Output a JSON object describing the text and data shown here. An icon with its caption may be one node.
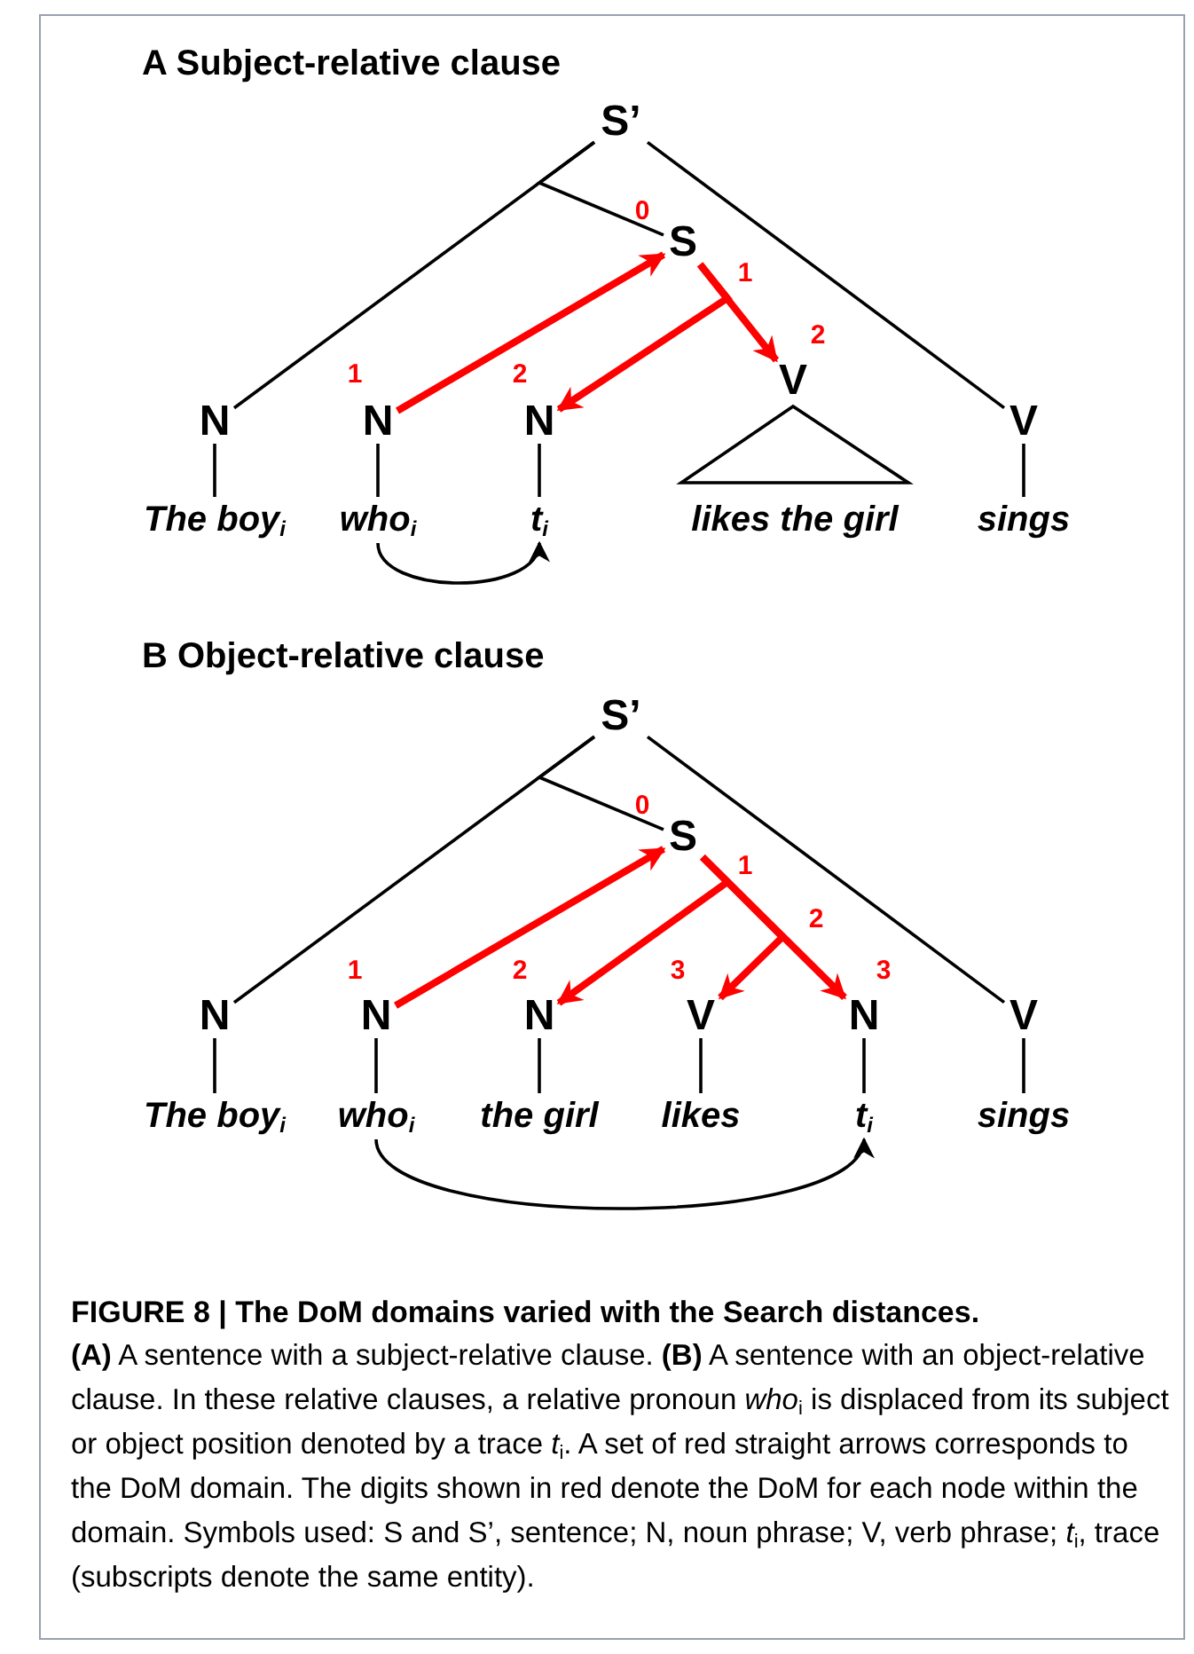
{
  "diagram": {
    "title": "FIGURE 8 | The DoM domains varied with the Search distances.",
    "caption": "**(A)** A sentence with a subject-relative clause. **(B)** A sentence with an object-relative clause. In these relative clauses, a relative pronoun *who*$_{i}$ is displaced from its subject or object position denoted by a trace *t*$_{i}$. A set of red straight arrows corresponds to the DoM domain. The digits shown in red denote the DoM for each node within the domain. Symbols used: S and S’, sentence; N, noun phrase; V, verb phrase; *t*$_{i}$, trace (subscripts denote the same entity).",
    "nodes": [
      {
        "text": [
          "S’"
        ]
      },
      {
        "text": [
          "S"
        ]
      },
      {
        "text": [
          "N"
        ]
      },
      {
        "text": [
          "N"
        ]
      },
      {
        "text": [
          "N"
        ]
      },
      {
        "text": [
          "V"
        ]
      },
      {
        "text": [
          "V"
        ]
      },
      {
        "text": [
          "The boy$_{i}$"
        ]
      },
      {
        "text": [
          "who$_{i}$"
        ]
      },
      {
        "text": [
          "t$_{i}$"
        ]
      },
      {
        "text": [
          "likes the girl"
        ]
      },
      {
        "text": [
          "sings"
        ]
      },
      {
        "text": [
          "S’"
        ]
      },
      {
        "text": [
          "S"
        ]
      },
      {
        "text": [
          "N"
        ]
      },
      {
        "text": [
          "N"
        ]
      },
      {
        "text": [
          "N"
        ]
      },
      {
        "text": [
          "V"
        ]
      },
      {
        "text": [
          "N"
        ]
      },
      {
        "text": [
          "V"
        ]
      },
      {
        "text": [
          "The boy$_{i}$"
        ]
      },
      {
        "text": [
          "who$_{i}$"
        ]
      },
      {
        "text": [
          "the girl"
        ]
      },
      {
        "text": [
          "likes"
        ]
      },
      {
        "text": [
          "t$_{i}$"
        ]
      },
      {
        "text": [
          "sings"
        ]
      }
    ],
    "edges": [
      {
        "from": 0,
        "to": 2,
        "arrow": "none"
      },
      {
        "from": 0,
        "to": 6,
        "arrow": "none"
      },
      {
        "from": 0,
        "to": 1,
        "arrow": "none"
      },
      {
        "from": 2,
        "to": 7,
        "arrow": "none"
      },
      {
        "from": 3,
        "to": 8,
        "arrow": "none"
      },
      {
        "from": 4,
        "to": 9,
        "arrow": "none"
      },
      {
        "from": 6,
        "to": 11,
        "arrow": "none"
      },
      {
        "from": 5,
        "to": 10,
        "arrow": "none"
      },
      {
        "from": 3,
        "to": 1,
        "arrow": "to",
        "style": "thick",
        "color": "#ff0000"
      },
      {
        "from": 1,
        "to": 5,
        "arrow": "to",
        "style": "thick",
        "color": "#ff0000"
      },
      {
        "from": 1,
        "to": 4,
        "arrow": "to",
        "style": "thick",
        "color": "#ff0000"
      },
      {
        "from": 8,
        "to": 9,
        "arrow": "to"
      },
      {
        "from": 12,
        "to": 14,
        "arrow": "none"
      },
      {
        "from": 12,
        "to": 19,
        "arrow": "none"
      },
      {
        "from": 12,
        "to": 13,
        "arrow": "none"
      },
      {
        "from": 14,
        "to": 20,
        "arrow": "none"
      },
      {
        "from": 15,
        "to": 21,
        "arrow": "none"
      },
      {
        "from": 16,
        "to": 22,
        "arrow": "none"
      },
      {
        "from": 17,
        "to": 23,
        "arrow": "none"
      },
      {
        "from": 18,
        "to": 24,
        "arrow": "none"
      },
      {
        "from": 19,
        "to": 25,
        "arrow": "none"
      },
      {
        "from": 15,
        "to": 13,
        "arrow": "to",
        "style": "thick",
        "color": "#ff0000"
      },
      {
        "from": 13,
        "to": 16,
        "arrow": "to",
        "style": "thick",
        "color": "#ff0000"
      },
      {
        "from": 13,
        "to": 17,
        "arrow": "to",
        "style": "thick",
        "color": "#ff0000"
      },
      {
        "from": 13,
        "to": 18,
        "arrow": "to",
        "style": "thick",
        "color": "#ff0000"
      },
      {
        "from": 21,
        "to": 24,
        "arrow": "to"
      }
    ],
    "labels": [
      "A Subject-relative clause",
      "0",
      "1",
      "2",
      "1",
      "2",
      "B Object-relative clause",
      "0",
      "1",
      "2",
      "1",
      "2",
      "3",
      "3"
    ]
  }
}
